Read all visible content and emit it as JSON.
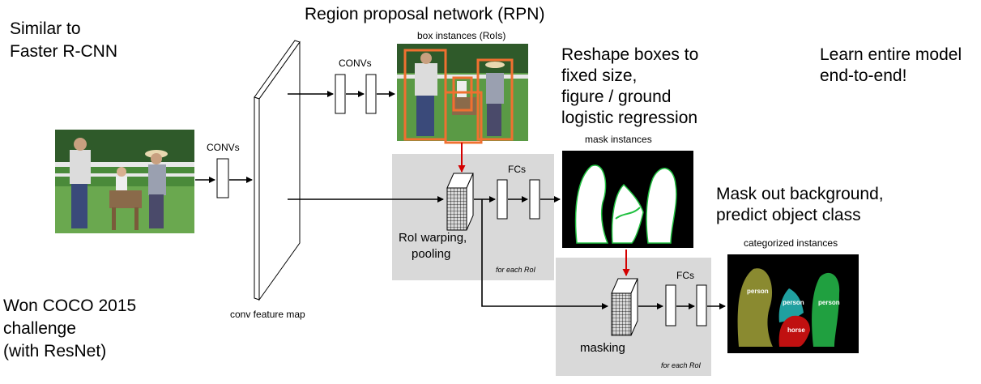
{
  "left_notes": {
    "similar": [
      "Similar to",
      "Faster R-CNN"
    ],
    "won": [
      "Won COCO 2015",
      "challenge",
      "(with ResNet)"
    ]
  },
  "right_notes": {
    "learn": [
      "Learn entire model",
      "end-to-end!"
    ],
    "reshape": [
      "Reshape boxes to",
      "fixed size,",
      "figure / ground",
      "logistic regression"
    ],
    "mask_out": [
      "Mask out background,",
      "predict object class"
    ]
  },
  "rpn": {
    "title": "Region proposal network (RPN)",
    "box_instances": "box instances (RoIs)",
    "convs": "CONVs"
  },
  "backbone": {
    "convs": "CONVs",
    "feature_map": "conv feature map"
  },
  "roi_stage": {
    "warping": [
      "RoI warping,",
      "pooling"
    ],
    "fcs": "FCs",
    "for_each": "for each RoI"
  },
  "mask_stage": {
    "mask_instances": "mask instances",
    "masking": "masking",
    "fcs": "FCs",
    "for_each": "for each RoI",
    "categorized": "categorized instances",
    "labels": [
      "person",
      "person",
      "person",
      "horse"
    ]
  },
  "colors": {
    "roi_box": "#f07030",
    "red_arrow": "#d40000",
    "panel_gray": "#d9d9d9",
    "person_olive": "#8a8a30",
    "person_teal": "#20a0a0",
    "person_green": "#20a040",
    "horse_red": "#c01010"
  }
}
